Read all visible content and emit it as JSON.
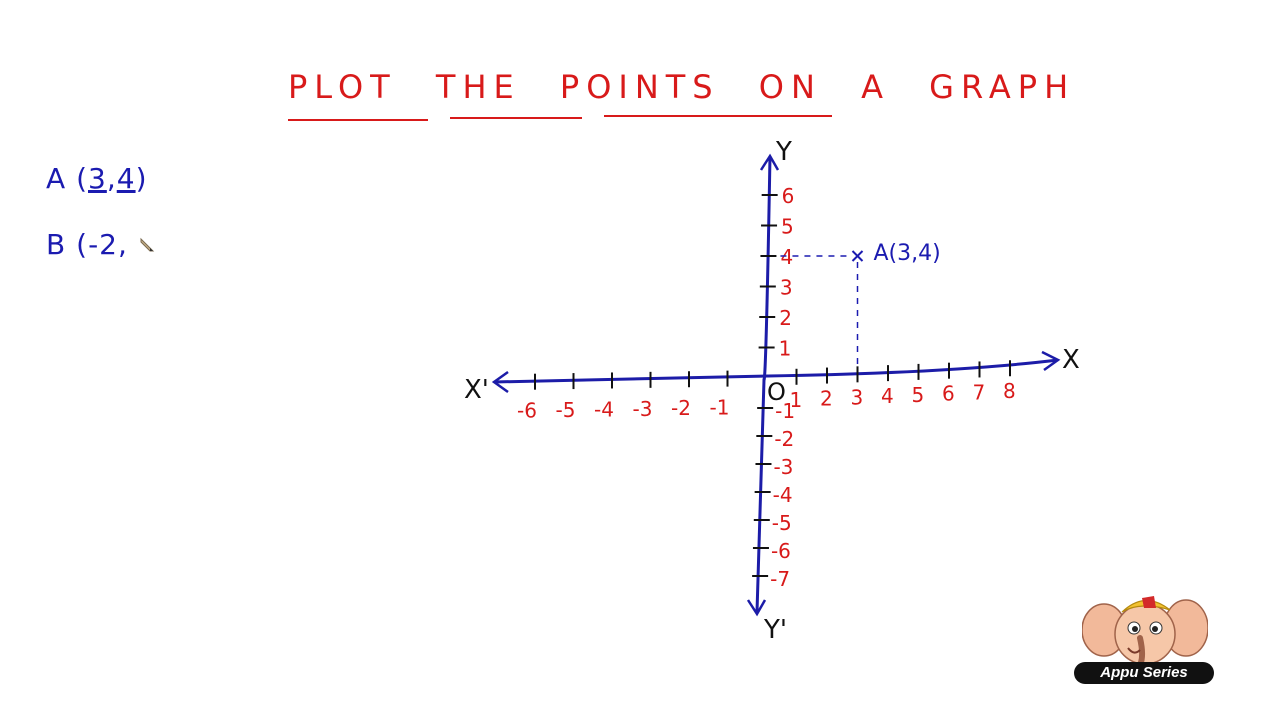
{
  "page": {
    "title_words": [
      "PLOT",
      "THE",
      "POINTS",
      "ON",
      "A",
      "GRAPH"
    ],
    "colors": {
      "title": "#d81a1a",
      "points": "#1b1bb0",
      "axis": "#1c1ca8",
      "ticks": "#111111",
      "tick_labels": "#d81a1a",
      "annotation": "#1b1bb0"
    }
  },
  "points_list": [
    {
      "letter": "A",
      "open": "(",
      "x": "3",
      "sep": ",",
      "y": "4",
      "close": ")"
    },
    {
      "letter": "B",
      "open": "(",
      "x": "-2",
      "sep": ",",
      "y": "",
      "close": ""
    }
  ],
  "graph": {
    "axis_labels": {
      "x": "X",
      "x_prime": "X'",
      "y": "Y",
      "y_prime": "Y'"
    },
    "origin_label": "O",
    "x_ticks_positive": [
      "1",
      "2",
      "3",
      "4",
      "5",
      "6",
      "7",
      "8"
    ],
    "x_ticks_negative": [
      "-1",
      "-2",
      "-3",
      "-4",
      "-5",
      "-6"
    ],
    "y_ticks_positive": [
      "1",
      "2",
      "3",
      "4",
      "5",
      "6"
    ],
    "y_ticks_negative": [
      "-1",
      "-2",
      "-3",
      "-4",
      "-5",
      "-6",
      "-7"
    ],
    "plotted_point": {
      "label": "A(3,4)",
      "x": 3,
      "y": 4,
      "marker": "x"
    }
  },
  "brand": {
    "name": "Appu Series",
    "icon": "elephant-mascot-icon"
  }
}
